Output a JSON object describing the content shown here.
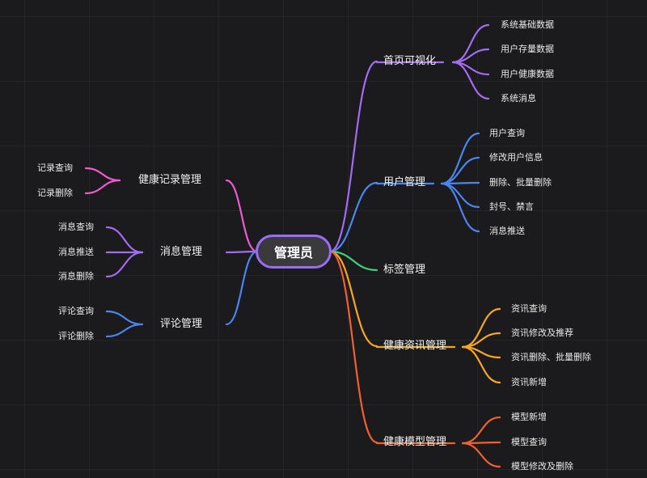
{
  "root": {
    "label": "管理员"
  },
  "right_branches": [
    {
      "label": "首页可视化",
      "color": "#a36bf2",
      "leaves": [
        "系统基础数据",
        "用户存量数据",
        "用户健康数据",
        "系统消息"
      ]
    },
    {
      "label": "用户管理",
      "color": "#4a86f0",
      "leaves": [
        "用户查询",
        "修改用户信息",
        "删除、批量删除",
        "封号、禁言",
        "消息推送"
      ]
    },
    {
      "label": "标签管理",
      "color": "#3ecf7a",
      "leaves": []
    },
    {
      "label": "健康资讯管理",
      "color": "#f5a623",
      "leaves": [
        "资讯查询",
        "资讯修改及推荐",
        "资讯删除、批量删除",
        "资讯新增"
      ]
    },
    {
      "label": "健康模型管理",
      "color": "#f06030",
      "leaves": [
        "模型新增",
        "模型查询",
        "模型修改及删除"
      ]
    }
  ],
  "left_branches": [
    {
      "label": "健康记录管理",
      "color": "#ee5bd0",
      "leaves": [
        "记录查询",
        "记录删除"
      ]
    },
    {
      "label": "消息管理",
      "color": "#a36bf2",
      "leaves": [
        "消息查询",
        "消息推送",
        "消息删除"
      ]
    },
    {
      "label": "评论管理",
      "color": "#4a86f0",
      "leaves": [
        "评论查询",
        "评论删除"
      ]
    }
  ]
}
